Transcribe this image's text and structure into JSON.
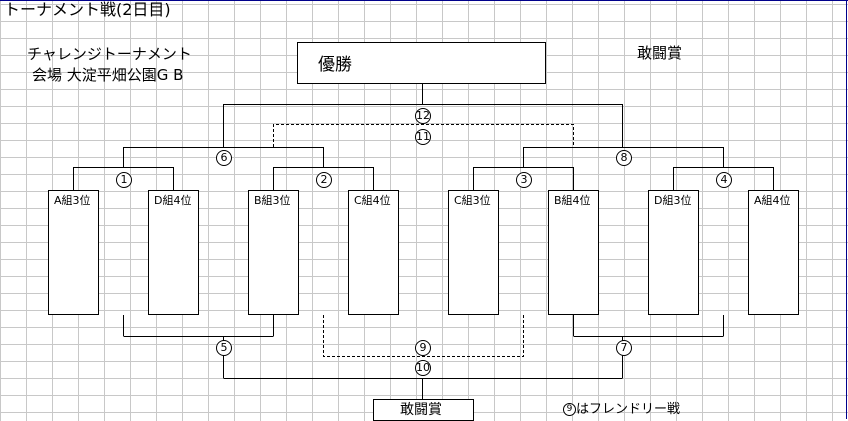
{
  "sheet": {
    "title": "トーナメント戦(2日目)"
  },
  "header": {
    "subtitle": "チャレンジトーナメント",
    "venue": "会場  大淀平畑公園G  B"
  },
  "champion": {
    "label": "優勝"
  },
  "fighting_spirit": {
    "top_label": "敢闘賞",
    "bottom_label": "敢闘賞"
  },
  "teams": [
    {
      "label": "A組3位"
    },
    {
      "label": "D組4位"
    },
    {
      "label": "B組3位"
    },
    {
      "label": "C組4位"
    },
    {
      "label": "C組3位"
    },
    {
      "label": "B組4位"
    },
    {
      "label": "D組3位"
    },
    {
      "label": "A組4位"
    }
  ],
  "match_numbers": {
    "m1": "1",
    "m2": "2",
    "m3": "3",
    "m4": "4",
    "m5": "5",
    "m6": "6",
    "m7": "7",
    "m8": "8",
    "m9": "9",
    "m10": "10",
    "m11": "11",
    "m12": "12"
  },
  "note": {
    "symbol": "9",
    "text": "はフレンドリー戦"
  }
}
